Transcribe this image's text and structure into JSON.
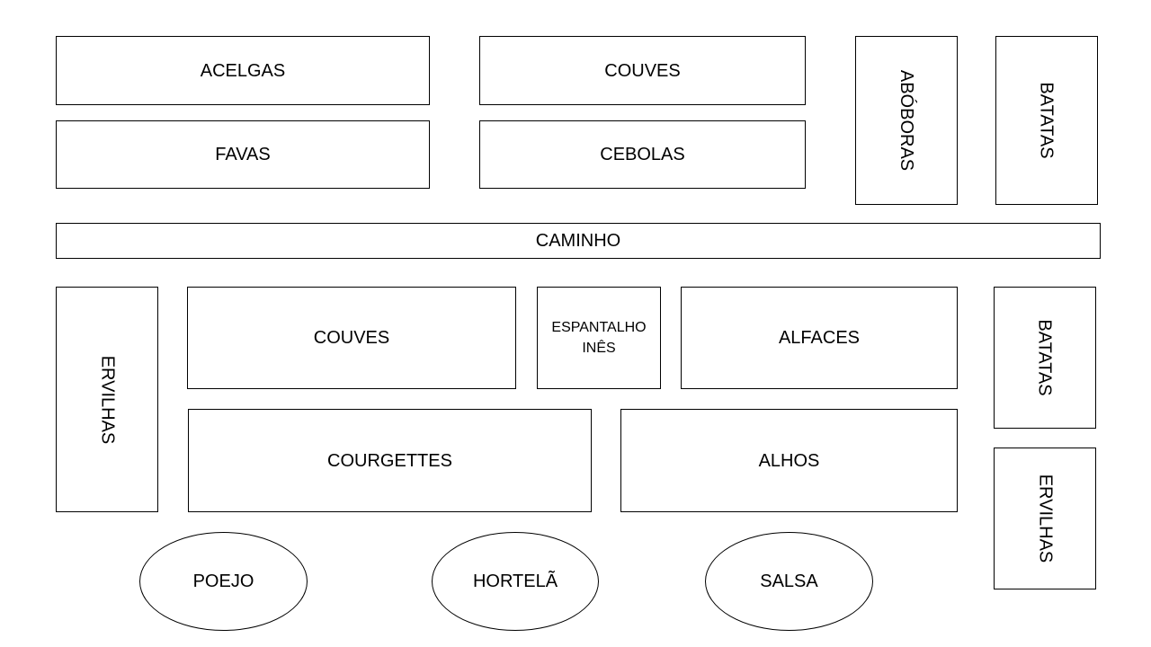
{
  "garden_plan": {
    "beds": {
      "acelgas": "ACELGAS",
      "couves_top": "COUVES",
      "aboboras": "ABÓBORAS",
      "batatas_top": "BATATAS",
      "favas": "FAVAS",
      "cebolas": "CEBOLAS",
      "caminho": "CAMINHO",
      "ervilhas_left": "ERVILHAS",
      "couves_middle": "COUVES",
      "espantalho_line1": "ESPANTALHO",
      "espantalho_line2": "INÊS",
      "alfaces": "ALFACES",
      "batatas_right": "BATATAS",
      "courgettes": "COURGETTES",
      "alhos": "ALHOS",
      "ervilhas_right": "ERVILHAS",
      "poejo": "POEJO",
      "hortela": "HORTELÃ",
      "salsa": "SALSA"
    },
    "colors": {
      "stroke": "#000000",
      "fill": "#ffffff",
      "text": "#000000"
    }
  }
}
